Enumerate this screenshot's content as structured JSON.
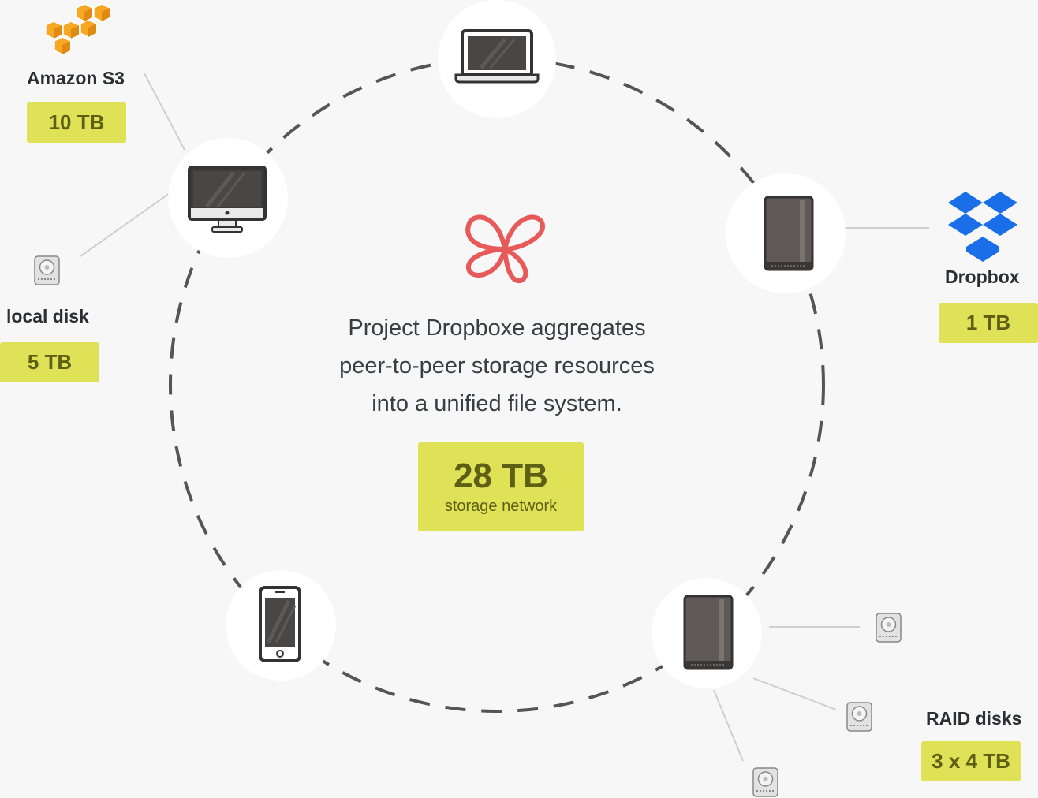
{
  "center": {
    "description_lines": [
      "Project Dropboxe aggregates",
      "peer-to-peer storage resources",
      "into a unified file system."
    ],
    "total_value": "28 TB",
    "total_caption": "storage network"
  },
  "sources": {
    "amazon": {
      "label": "Amazon S3",
      "capacity": "10 TB",
      "icon": "amazon-s3-cubes-icon"
    },
    "local": {
      "label": "local disk",
      "capacity": "5 TB",
      "icon": "hard-disk-icon"
    },
    "dropbox": {
      "label": "Dropbox",
      "capacity": "1 TB",
      "icon": "dropbox-logo-icon"
    },
    "raid": {
      "label": "RAID disks",
      "capacity": "3 x 4 TB",
      "icon": "hard-disk-icon"
    }
  },
  "nodes": [
    "laptop-icon",
    "desktop-monitor-icon",
    "nas-server-icon",
    "smartphone-icon",
    "nas-server-icon"
  ],
  "colors": {
    "background": "#f7f7f7",
    "badge": "#dfe157",
    "badge_text": "#5c5f14",
    "accent_logo": "#e85a5a",
    "dropbox_blue": "#1a6fe8",
    "amazon_orange": "#f7a823",
    "ring": "#555555"
  }
}
